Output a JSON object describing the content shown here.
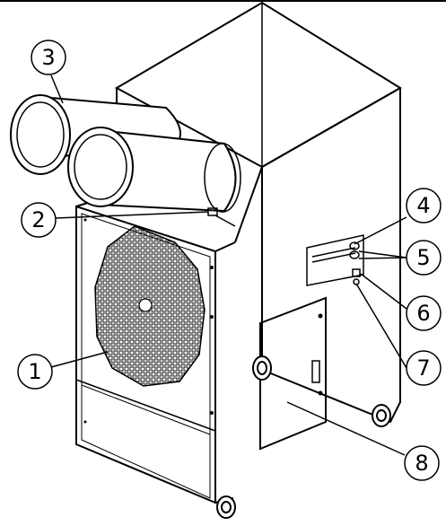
{
  "colors": {
    "line": "#000000",
    "background": "#ffffff"
  },
  "callouts": [
    {
      "label": "1",
      "part": "condenser-grille"
    },
    {
      "label": "2",
      "part": "duct-connector"
    },
    {
      "label": "3",
      "part": "exhaust-ducts"
    },
    {
      "label": "4",
      "part": "control-panel"
    },
    {
      "label": "5",
      "part": "indicator-lights"
    },
    {
      "label": "6",
      "part": "power-switch"
    },
    {
      "label": "7",
      "part": "control-knob"
    },
    {
      "label": "8",
      "part": "access-panel"
    }
  ]
}
